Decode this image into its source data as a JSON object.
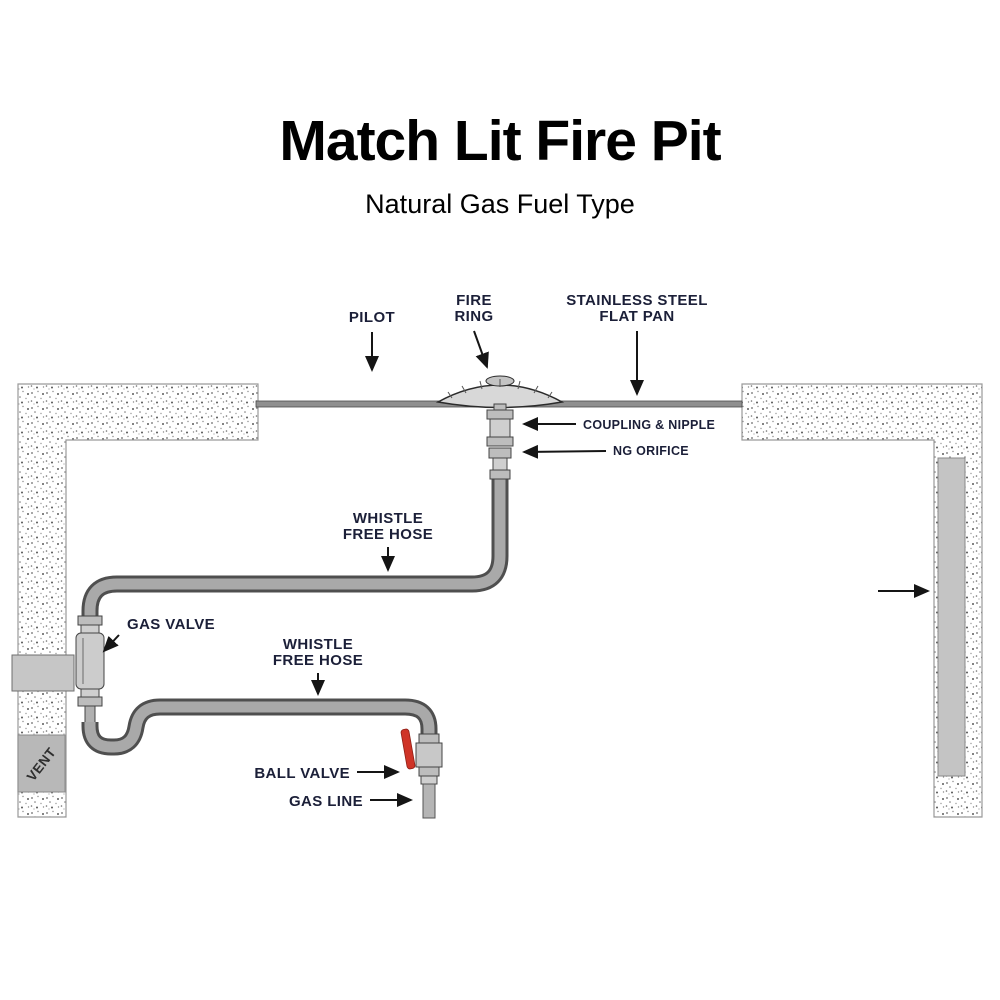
{
  "header": {
    "title": "Match Lit Fire Pit",
    "subtitle": "Natural Gas Fuel Type"
  },
  "labels": {
    "pilot": "PILOT",
    "fire_ring_line1": "FIRE",
    "fire_ring_line2": "RING",
    "flat_pan_line1": "STAINLESS STEEL",
    "flat_pan_line2": "FLAT PAN",
    "coupling_nipple": "COUPLING & NIPPLE",
    "ng_orifice": "NG ORIFICE",
    "hose_upper_line1": "WHISTLE",
    "hose_upper_line2": "FREE HOSE",
    "gas_valve": "GAS VALVE",
    "hose_lower_line1": "WHISTLE",
    "hose_lower_line2": "FREE HOSE",
    "ball_valve": "BALL VALVE",
    "gas_line": "GAS LINE",
    "vent": "VENT"
  },
  "colors": {
    "ball_valve_handle": "#cf3427"
  }
}
